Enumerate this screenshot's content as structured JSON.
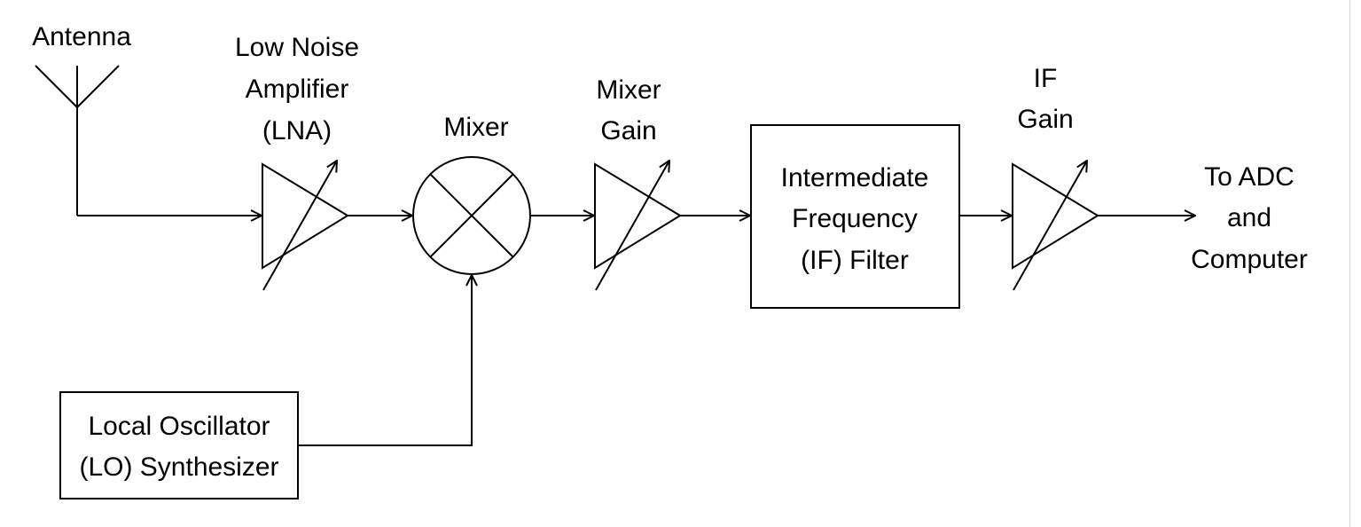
{
  "labels": {
    "antenna": "Antenna",
    "lna": [
      "Low Noise",
      "Amplifier",
      "(LNA)"
    ],
    "mixer": "Mixer",
    "mixer_gain": [
      "Mixer",
      "Gain"
    ],
    "if_filter": [
      "Intermediate",
      "Frequency",
      "(IF) Filter"
    ],
    "if_gain": [
      "IF",
      "Gain"
    ],
    "output": [
      "To ADC",
      "and",
      "Computer"
    ],
    "lo": [
      "Local Oscillator",
      "(LO) Synthesizer"
    ]
  }
}
